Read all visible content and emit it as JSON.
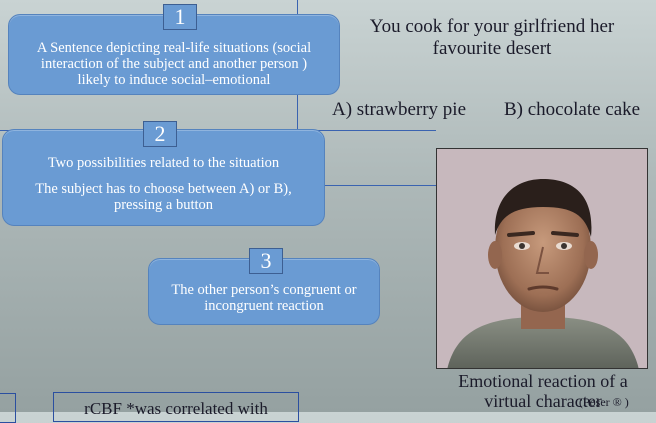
{
  "step1": {
    "number": "1",
    "text": "A Sentence depicting real-life situations (social interaction of the subject and another person ) likely to induce social–emotional"
  },
  "step2": {
    "number": "2",
    "line1": "Two possibilities related to the situation",
    "line2": "The subject has to choose between A)  or  B), pressing a button"
  },
  "step3": {
    "number": "3",
    "text": "The other person’s  congruent or  incongruent reaction"
  },
  "scenario": "You cook for your girlfriend her favourite desert",
  "options": {
    "a": "A) strawberry pie",
    "b": "B) chocolate cake"
  },
  "caption": {
    "main": "Emotional reaction of a virtual character",
    "small": "(Poser ® )"
  },
  "bottom_text": "rCBF *was correlated with",
  "colors": {
    "box": "#6a9bd3",
    "line": "#3a63b0"
  }
}
